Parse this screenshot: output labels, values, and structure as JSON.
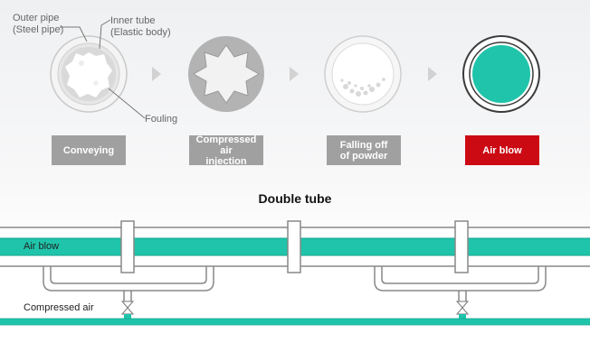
{
  "labels": {
    "outer_pipe_line1": "Outer pipe",
    "outer_pipe_line2": "(Steel pipe)",
    "inner_tube_line1": "Inner tube",
    "inner_tube_line2": "(Elastic body)",
    "fouling": "Fouling"
  },
  "steps": [
    {
      "line1": "Conveying",
      "line2": "",
      "color": "#a0a0a0"
    },
    {
      "line1": "Compressed air",
      "line2": "injection",
      "color": "#a0a0a0"
    },
    {
      "line1": "Falling off",
      "line2": "of powder",
      "color": "#a0a0a0"
    },
    {
      "line1": "Air blow",
      "line2": "",
      "color": "#cc0a14"
    }
  ],
  "diagram": {
    "title": "Double tube",
    "air_blow_label": "Air blow",
    "compressed_air_label": "Compressed air"
  },
  "colors": {
    "teal": "#1fc4aa",
    "teal_dark": "#13a58f",
    "pipe_outline": "#888888",
    "gray_fill": "#b5b5b5",
    "active_red": "#cc0a14"
  }
}
